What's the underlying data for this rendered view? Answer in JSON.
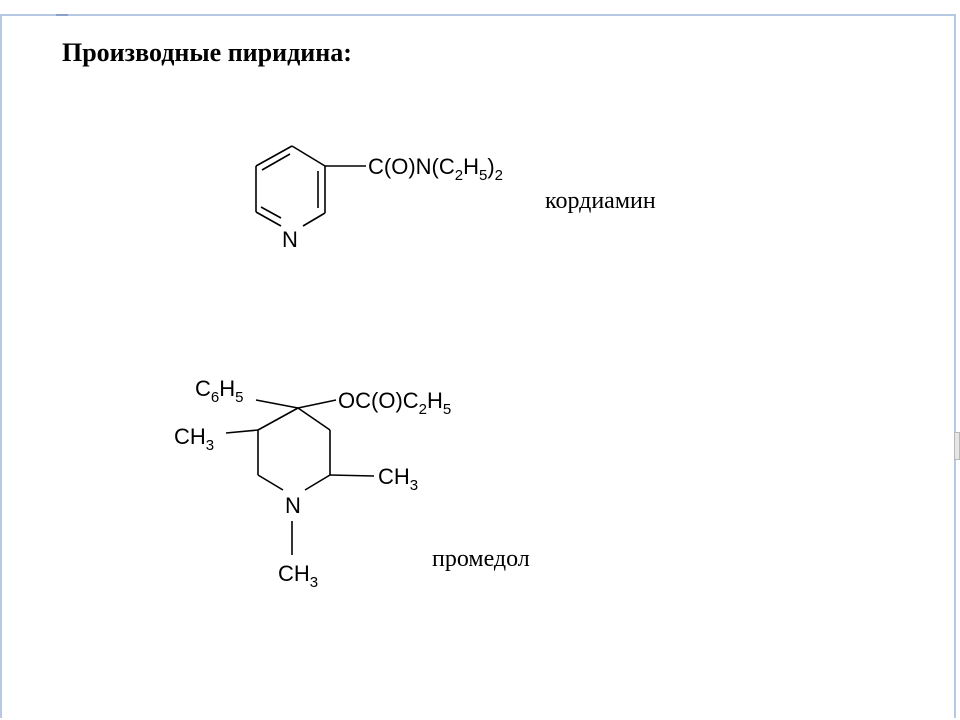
{
  "slide": {
    "heading": "Производные пиридина:"
  },
  "compounds": [
    {
      "name": "кордиамин",
      "ring_atom": "N",
      "substituent": {
        "parts": [
          "C(O)N(C",
          "2",
          "H",
          "5",
          ")",
          "2"
        ]
      }
    },
    {
      "name": "промедол",
      "ring_atom": "N",
      "substituents": {
        "phenyl": {
          "parts": [
            "C",
            "6",
            "H",
            "5"
          ]
        },
        "ester": {
          "parts": [
            "OC(O)C",
            "2",
            "H",
            "5"
          ]
        },
        "methyl_left": {
          "parts": [
            "CH",
            "3"
          ]
        },
        "methyl_right": {
          "parts": [
            "CH",
            "3"
          ]
        },
        "methyl_n": {
          "parts": [
            "CH",
            "3"
          ]
        }
      }
    }
  ]
}
